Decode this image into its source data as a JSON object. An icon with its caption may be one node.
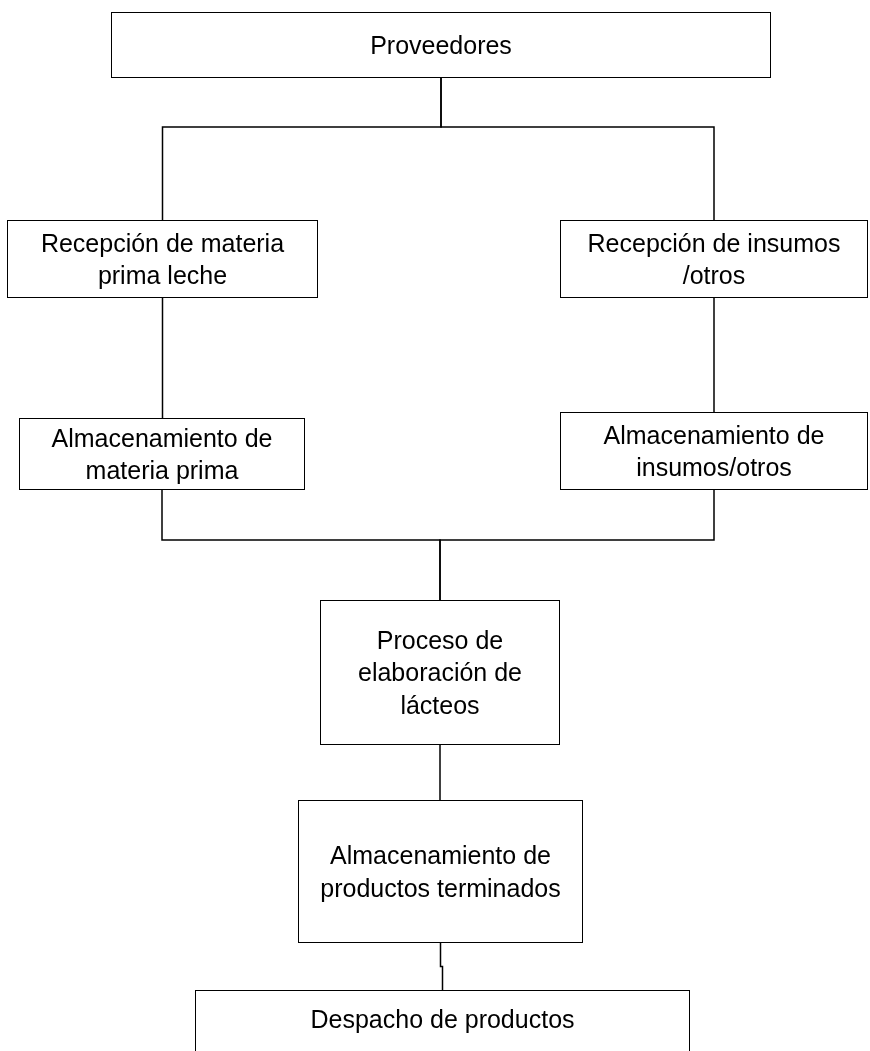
{
  "diagram": {
    "nodes": [
      {
        "text": [
          "Proveedores"
        ]
      },
      {
        "text": [
          "Recepción de materia prima leche"
        ]
      },
      {
        "text": [
          "Recepción de insumos /otros"
        ]
      },
      {
        "text": [
          "Almacenamiento de materia prima"
        ]
      },
      {
        "text": [
          "Almacenamiento de insumos/otros"
        ]
      },
      {
        "text": [
          "Proceso de elaboración de lácteos"
        ]
      },
      {
        "text": [
          "Almacenamiento de productos terminados"
        ]
      },
      {
        "text": [
          "Despacho de productos"
        ]
      }
    ],
    "edges": [
      {
        "from": 0,
        "to": 1,
        "arrow": "none"
      },
      {
        "from": 0,
        "to": 2,
        "arrow": "none"
      },
      {
        "from": 1,
        "to": 3,
        "arrow": "none"
      },
      {
        "from": 2,
        "to": 4,
        "arrow": "none"
      },
      {
        "from": 3,
        "to": 5,
        "arrow": "none"
      },
      {
        "from": 4,
        "to": 5,
        "arrow": "none"
      },
      {
        "from": 5,
        "to": 6,
        "arrow": "none"
      },
      {
        "from": 6,
        "to": 7,
        "arrow": "none"
      }
    ]
  }
}
